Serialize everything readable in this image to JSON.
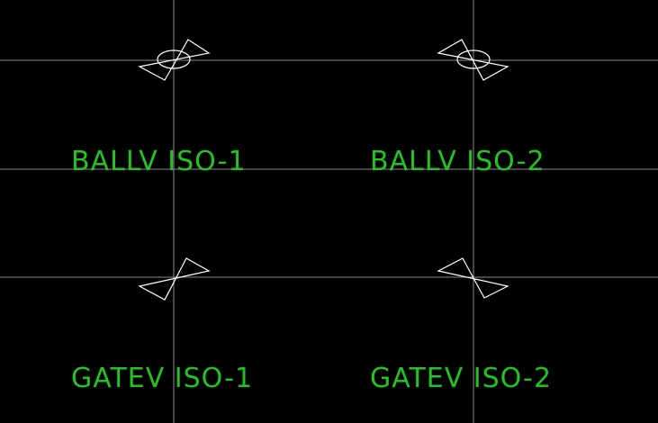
{
  "colors": {
    "background": "#000000",
    "grid": "#8a8a8a",
    "symbol": "#ffffff",
    "label": "#22c422"
  },
  "blocks": [
    {
      "label": "BALLV ISO-1",
      "symbol": "ball-valve-iso-1"
    },
    {
      "label": "BALLV ISO-2",
      "symbol": "ball-valve-iso-2"
    },
    {
      "label": "GATEV ISO-1",
      "symbol": "gate-valve-iso-1"
    },
    {
      "label": "GATEV ISO-2",
      "symbol": "gate-valve-iso-2"
    }
  ]
}
